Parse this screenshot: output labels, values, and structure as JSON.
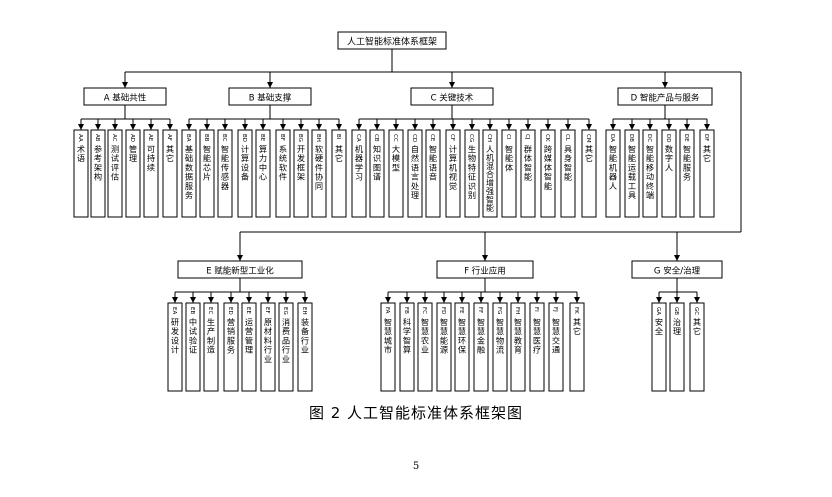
{
  "root": {
    "label": "人工智能标准体系框架"
  },
  "level1": [
    {
      "id": "A",
      "label": "A  基础共性",
      "children": [
        {
          "code": "AA",
          "text": "术语"
        },
        {
          "code": "AB",
          "text": "参考架构"
        },
        {
          "code": "AC",
          "text": "测试评估"
        },
        {
          "code": "AD",
          "text": "管理"
        },
        {
          "code": "AE",
          "text": "可持续"
        },
        {
          "code": "AF",
          "text": "其它"
        }
      ]
    },
    {
      "id": "B",
      "label": "B  基础支撑",
      "children": [
        {
          "code": "BA",
          "text": "基础数据服务"
        },
        {
          "code": "BB",
          "text": "智能芯片"
        },
        {
          "code": "BC",
          "text": "智能传感器"
        },
        {
          "code": "BD",
          "text": "计算设备"
        },
        {
          "code": "BE",
          "text": "算力中心"
        },
        {
          "code": "BF",
          "text": "系统软件"
        },
        {
          "code": "BG",
          "text": "开发框架"
        },
        {
          "code": "BH",
          "text": "软硬件协同"
        },
        {
          "code": "BI",
          "text": "其它"
        }
      ]
    },
    {
      "id": "C",
      "label": "C  关键技术",
      "children": [
        {
          "code": "CA",
          "text": "机器学习"
        },
        {
          "code": "CB",
          "text": "知识图谱"
        },
        {
          "code": "CC",
          "text": "大模型"
        },
        {
          "code": "CD",
          "text": "自然语言处理"
        },
        {
          "code": "CE",
          "text": "智能语音"
        },
        {
          "code": "CF",
          "text": "计算机视觉"
        },
        {
          "code": "CG",
          "text": "生物特征识别"
        },
        {
          "code": "CH",
          "text": "人机混合增强智能"
        },
        {
          "code": "CI",
          "text": "智能体"
        },
        {
          "code": "CJ",
          "text": "群体智能"
        },
        {
          "code": "CK",
          "text": "跨媒体智能"
        },
        {
          "code": "CL",
          "text": "具身智能"
        },
        {
          "code": "CM",
          "text": "其它"
        }
      ]
    },
    {
      "id": "D",
      "label": "D  智能产品与服务",
      "children": [
        {
          "code": "DA",
          "text": "智能机器人"
        },
        {
          "code": "DB",
          "text": "智能运载工具"
        },
        {
          "code": "DC",
          "text": "智能移动终端"
        },
        {
          "code": "DD",
          "text": "数字人"
        },
        {
          "code": "DE",
          "text": "智能服务"
        },
        {
          "code": "DF",
          "text": "其它"
        }
      ]
    },
    {
      "id": "E",
      "label": "E  赋能新型工业化",
      "children": [
        {
          "code": "EA",
          "text": "研发设计"
        },
        {
          "code": "EB",
          "text": "中试验证"
        },
        {
          "code": "EC",
          "text": "生产制造"
        },
        {
          "code": "ED",
          "text": "营销服务"
        },
        {
          "code": "EE",
          "text": "运营管理"
        },
        {
          "code": "EF",
          "text": "原材料行业"
        },
        {
          "code": "EG",
          "text": "消费品行业"
        },
        {
          "code": "EH",
          "text": "装备行业"
        }
      ]
    },
    {
      "id": "F",
      "label": "F  行业应用",
      "children": [
        {
          "code": "FA",
          "text": "智慧城市"
        },
        {
          "code": "FB",
          "text": "科学智算"
        },
        {
          "code": "FC",
          "text": "智慧农业"
        },
        {
          "code": "FD",
          "text": "智慧能源"
        },
        {
          "code": "FE",
          "text": "智慧环保"
        },
        {
          "code": "FF",
          "text": "智慧金融"
        },
        {
          "code": "FG",
          "text": "智慧物流"
        },
        {
          "code": "FH",
          "text": "智慧教育"
        },
        {
          "code": "FI",
          "text": "智慧医疗"
        },
        {
          "code": "FJ",
          "text": "智慧交通"
        },
        {
          "code": "FK",
          "text": "其它"
        }
      ]
    },
    {
      "id": "G",
      "label": "G  安全/治理",
      "children": [
        {
          "code": "GA",
          "text": "安全"
        },
        {
          "code": "GB",
          "text": "治理"
        },
        {
          "code": "GC",
          "text": "其它"
        }
      ]
    }
  ],
  "caption": "图 2   人工智能标准体系框架图",
  "page_number": "5"
}
